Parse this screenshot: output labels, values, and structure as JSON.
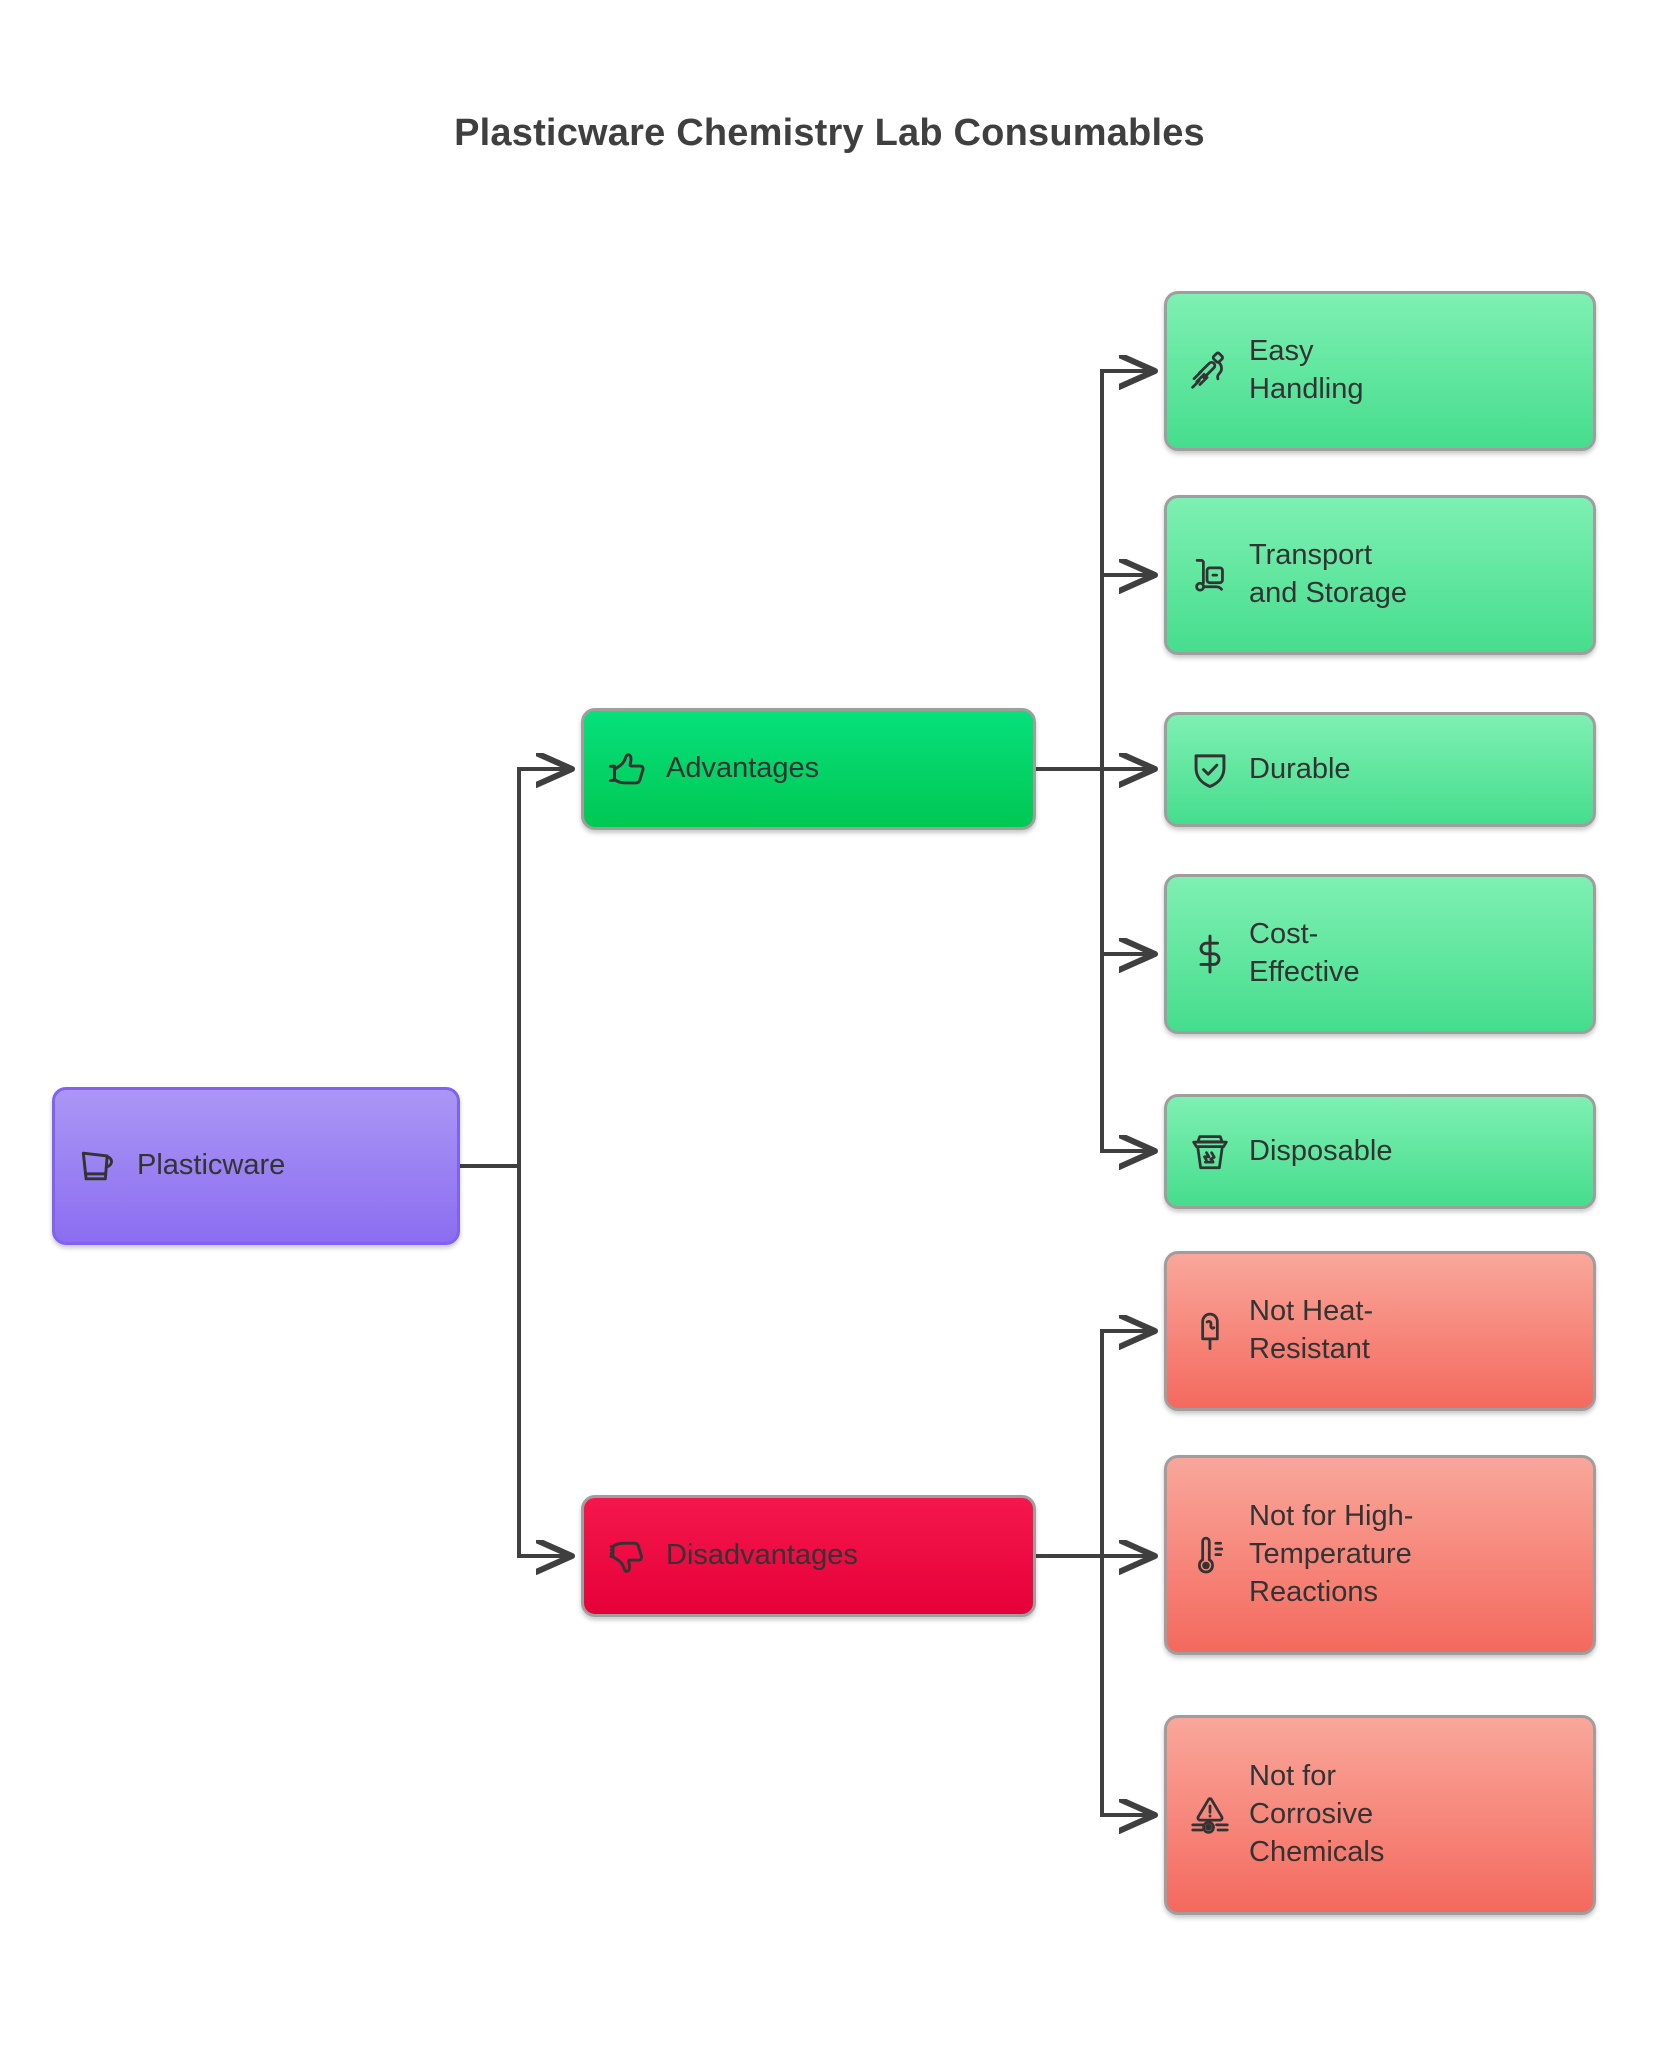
{
  "title": "Plasticware Chemistry Lab Consumables",
  "colors": {
    "root_fill_top": "#ab96f5",
    "root_fill_bottom": "#8b6ef0",
    "advantages_fill_top": "#07e07c",
    "advantages_fill_bottom": "#00c853",
    "disadvantages_fill_top": "#f4174c",
    "disadvantages_fill_bottom": "#e60039",
    "leaf_green_top": "#7ef0b2",
    "leaf_green_bottom": "#46dd8e",
    "leaf_red_top": "#f9a79b",
    "leaf_red_bottom": "#f4695e",
    "edge": "#3f3f3f",
    "node_border": "#9e9e9e",
    "text": "#333333",
    "title_text": "#3f3f3f",
    "background": "#ffffff"
  },
  "chart_data": {
    "type": "diagram",
    "diagram_kind": "mind-map-tree",
    "orientation": "left-to-right",
    "title": "Plasticware Chemistry Lab Consumables",
    "root": {
      "id": "root",
      "label": "Plasticware",
      "icon": "beaker-pitcher-icon"
    },
    "branches": [
      {
        "id": "advantages",
        "label": "Advantages",
        "icon": "thumbs-up-icon",
        "children": [
          {
            "id": "easy-handling",
            "label": "Easy\nHandling",
            "icon": "hand-holding-pipette-icon"
          },
          {
            "id": "transport",
            "label": "Transport\nand Storage",
            "icon": "hand-truck-icon"
          },
          {
            "id": "durable",
            "label": "Durable",
            "icon": "shield-check-icon"
          },
          {
            "id": "cost-effective",
            "label": "Cost-\nEffective",
            "icon": "dollar-sign-icon"
          },
          {
            "id": "disposable",
            "label": "Disposable",
            "icon": "recycle-bin-icon"
          }
        ]
      },
      {
        "id": "disadvantages",
        "label": "Disadvantages",
        "icon": "thumbs-down-icon",
        "children": [
          {
            "id": "not-heat-resistant",
            "label": "Not Heat-\nResistant",
            "icon": "melting-popsicle-icon"
          },
          {
            "id": "not-high-temp",
            "label": "Not for High-\nTemperature\nReactions",
            "icon": "thermometer-icon"
          },
          {
            "id": "not-corrosive",
            "label": "Not for\nCorrosive\nChemicals",
            "icon": "corrosive-hazard-icon"
          }
        ]
      }
    ],
    "edges": [
      {
        "from": "root",
        "to": "advantages"
      },
      {
        "from": "root",
        "to": "disadvantages"
      },
      {
        "from": "advantages",
        "to": "easy-handling"
      },
      {
        "from": "advantages",
        "to": "transport"
      },
      {
        "from": "advantages",
        "to": "durable"
      },
      {
        "from": "advantages",
        "to": "cost-effective"
      },
      {
        "from": "advantages",
        "to": "disposable"
      },
      {
        "from": "disadvantages",
        "to": "not-heat-resistant"
      },
      {
        "from": "disadvantages",
        "to": "not-high-temp"
      },
      {
        "from": "disadvantages",
        "to": "not-corrosive"
      }
    ]
  },
  "nodes": {
    "root": "Plasticware",
    "advantages": "Advantages",
    "disadvantages": "Disadvantages",
    "easy_handling": "Easy\nHandling",
    "transport": "Transport\nand Storage",
    "durable": "Durable",
    "cost_effective": "Cost-\nEffective",
    "disposable": "Disposable",
    "not_heat_resistant": "Not Heat-\nResistant",
    "not_high_temp": "Not for High-\nTemperature\nReactions",
    "not_corrosive": "Not for\nCorrosive\nChemicals"
  }
}
